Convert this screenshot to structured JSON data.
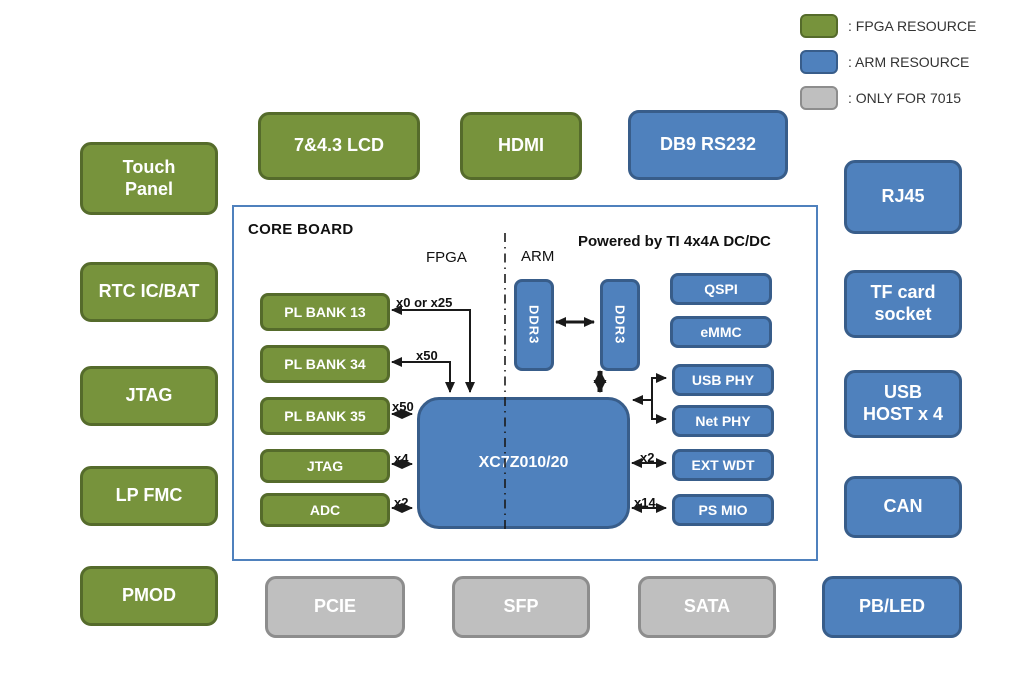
{
  "legend": {
    "fpga": ": FPGA RESOURCE",
    "arm": ": ARM RESOURCE",
    "only_7015": ": ONLY FOR 7015"
  },
  "peripherals": {
    "touch_panel": "Touch Panel",
    "lcd": "7&4.3 LCD",
    "hdmi": "HDMI",
    "db9_rs232": "DB9 RS232",
    "rj45": "RJ45",
    "rtc": "RTC IC/BAT",
    "tf_card": "TF card socket",
    "jtag": "JTAG",
    "usb_host": "USB HOST x 4",
    "lp_fmc": "LP FMC",
    "can": "CAN",
    "pmod": "PMOD",
    "pcie": "PCIE",
    "sfp": "SFP",
    "sata": "SATA",
    "pb_led": "PB/LED"
  },
  "core": {
    "title": "CORE BOARD",
    "fpga": "FPGA",
    "arm": "ARM",
    "power": "Powered by TI 4x4A DC/DC",
    "pl_bank_13": "PL BANK 13",
    "pl_bank_34": "PL BANK 34",
    "pl_bank_35": "PL BANK 35",
    "jtag": "JTAG",
    "adc": "ADC",
    "soc": "XC7Z010/20",
    "ddr3_a": "DDR3",
    "ddr3_b": "DDR3",
    "qspi": "QSPI",
    "emmc": "eMMC",
    "usb_phy": "USB PHY",
    "net_phy": "Net PHY",
    "ext_wdt": "EXT WDT",
    "ps_mio": "PS MIO",
    "bus": {
      "bank13": "x0 or x25",
      "bank34": "x50",
      "bank35": "x50",
      "jtag": "x4",
      "adc": "x2",
      "ext_wdt": "x2",
      "ps_mio": "x14"
    }
  },
  "colors": {
    "fpga_green": "#77933C",
    "arm_blue": "#4F81BD",
    "gray_7015": "#BFBFBF"
  }
}
